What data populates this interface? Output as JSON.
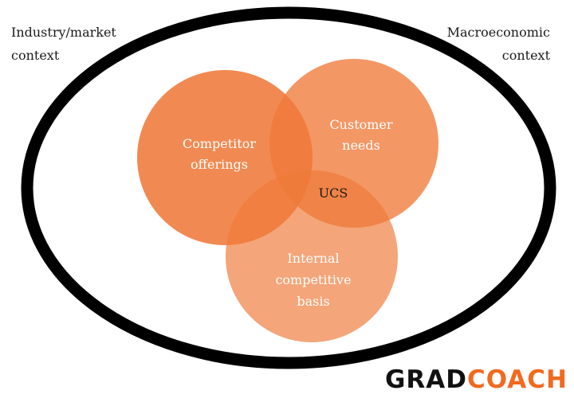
{
  "diagram": {
    "corner_left": "Industry/market\ncontext",
    "corner_right": "Macroeconomic\ncontext",
    "circles": [
      {
        "id": "competitor",
        "label": "Competitor\nofferings"
      },
      {
        "id": "customer",
        "label": "Customer\nneeds"
      },
      {
        "id": "internal",
        "label": "Internal\ncompetitive\nbasis"
      }
    ],
    "center_label": "UCS"
  },
  "colors": {
    "ring": "#000000",
    "circle_fill": "#ef7a3a",
    "overlap_fill": "#e8602a",
    "label_light": "#ffffff",
    "label_dark": "#1a1a1a",
    "logo_dark": "#111111",
    "logo_accent": "#f26a1f"
  },
  "logo": {
    "part1": "GRAD",
    "part2": "COACH"
  }
}
